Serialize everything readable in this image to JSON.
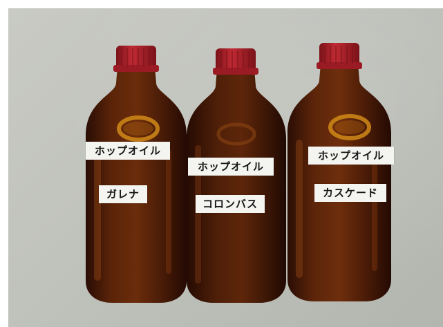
{
  "bottles": [
    {
      "top_label": "ホップオイル",
      "bottom_label": "ガレナ"
    },
    {
      "top_label": "ホップオイル",
      "bottom_label": "コロンバス"
    },
    {
      "top_label": "ホップオイル",
      "bottom_label": "カスケード"
    }
  ],
  "colors": {
    "cap": "#b3232d",
    "glass": "#4a1d0b",
    "label": "#f4f4f1",
    "wall": "#c3c5bf"
  }
}
